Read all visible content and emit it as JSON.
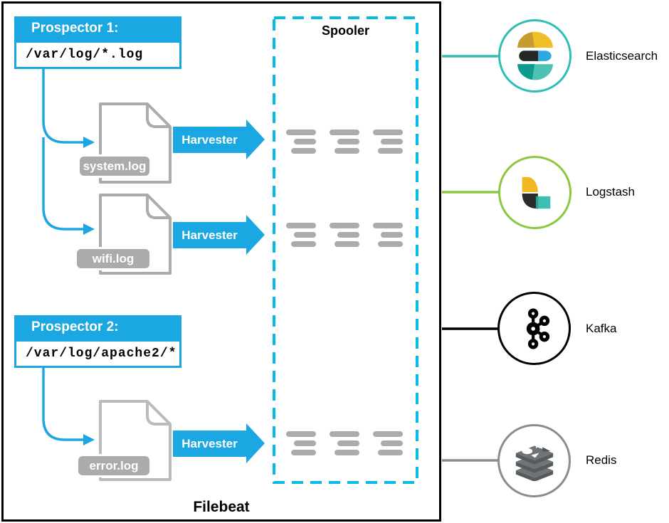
{
  "diagram": {
    "filebeat_label": "Filebeat",
    "spooler_label": "Spooler",
    "harvester_label": "Harvester",
    "prospectors": [
      {
        "title": "Prospector 1:",
        "path": "/var/log/*.log"
      },
      {
        "title": "Prospector 2:",
        "path": "/var/log/apache2/*"
      }
    ],
    "log_files": [
      {
        "name": "system.log",
        "icon": "file-icon"
      },
      {
        "name": "wifi.log",
        "icon": "file-icon"
      },
      {
        "name": "error.log",
        "icon": "file-icon"
      }
    ],
    "outputs": [
      {
        "name": "Elasticsearch",
        "icon": "elasticsearch-logo-icon",
        "accent": "#2FBEB4"
      },
      {
        "name": "Logstash",
        "icon": "logstash-logo-icon",
        "accent": "#8DC63F"
      },
      {
        "name": "Kafka",
        "icon": "kafka-logo-icon",
        "accent": "#000000"
      },
      {
        "name": "Redis",
        "icon": "redis-logo-icon",
        "accent": "#8C8C8C"
      }
    ],
    "colors": {
      "flow_blue": "#1BA7E1",
      "spooler_cyan": "#06BCE5",
      "bar_gray": "#ABABAB"
    }
  }
}
